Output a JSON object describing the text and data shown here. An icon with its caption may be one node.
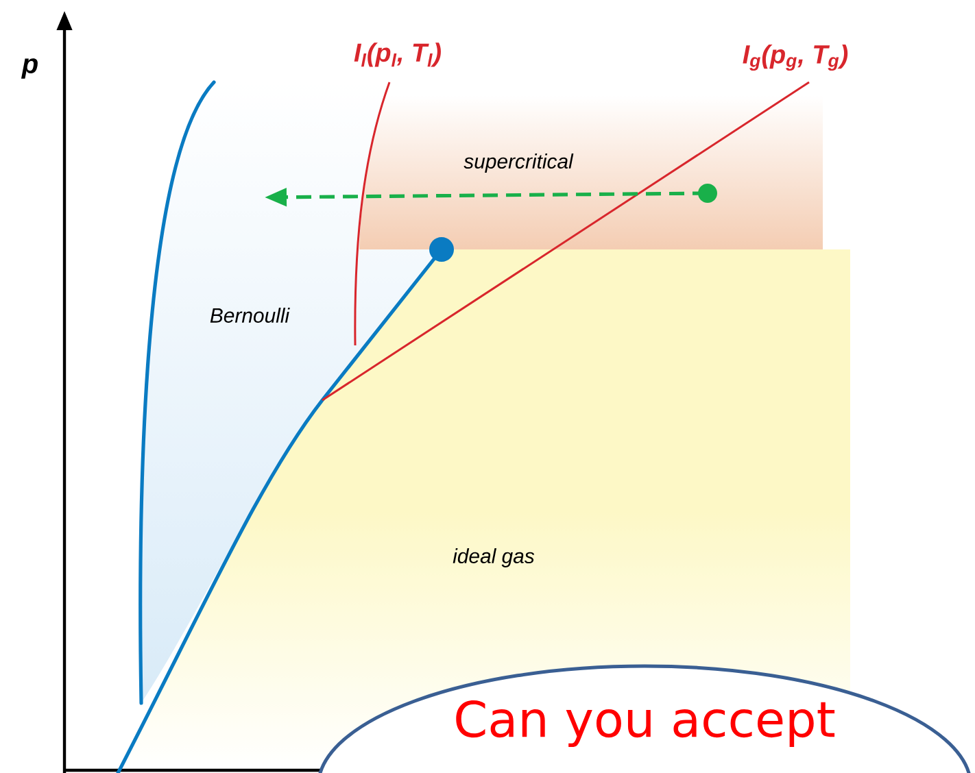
{
  "diagram": {
    "nodes": [
      {
        "text": [
          "Can you accept"
        ]
      }
    ],
    "labels": [
      "p",
      "I$_{l}$(p$_{l}$, T$_{l}$)",
      "I$_{g}$(p$_{g}$, T$_{g}$)",
      "supercritical",
      "Bernoulli",
      "ideal gas"
    ]
  }
}
